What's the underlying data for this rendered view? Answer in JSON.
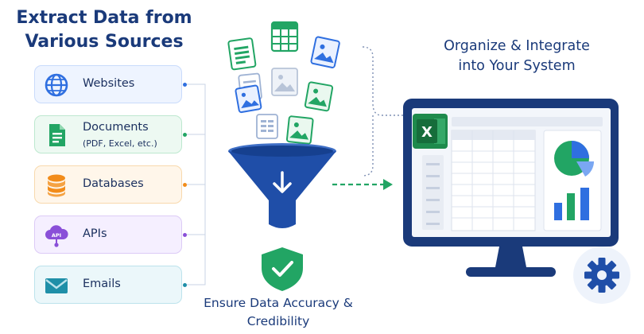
{
  "left_title": [
    "Extract Data from",
    "Various Sources"
  ],
  "right_title": [
    "Organize & Integrate",
    "into Your System"
  ],
  "bottom_caption": [
    "Ensure Data Accuracy &",
    "Credibility"
  ],
  "sources": [
    {
      "label": "Websites",
      "sublabel": "",
      "icon": "globe-icon",
      "color": "#2f6fe0",
      "bg": "#eef4ff",
      "border": "#c9dbfb"
    },
    {
      "label": "Documents",
      "sublabel": "(PDF, Excel, etc.)",
      "icon": "document-icon",
      "color": "#22a564",
      "bg": "#edf9f2",
      "border": "#bde8cf"
    },
    {
      "label": "Databases",
      "sublabel": "",
      "icon": "database-icon",
      "color": "#f28c1a",
      "bg": "#fff6ea",
      "border": "#f8d9ad"
    },
    {
      "label": "APIs",
      "sublabel": "",
      "icon": "api-cloud-icon",
      "color": "#8a4fd8",
      "bg": "#f5efff",
      "border": "#dccbf6"
    },
    {
      "label": "Emails",
      "sublabel": "",
      "icon": "envelope-icon",
      "color": "#1f8fa8",
      "bg": "#ebf7fa",
      "border": "#bde3ec"
    }
  ],
  "api_icon_text": "API",
  "spreadsheet_app": "X",
  "colors": {
    "navy": "#1a3a7a",
    "funnel": "#1f4ea8",
    "green": "#22a564",
    "excel": "#1e8a4c",
    "pie_blue": "#2f6fe0",
    "gear": "#1f4ea8"
  }
}
